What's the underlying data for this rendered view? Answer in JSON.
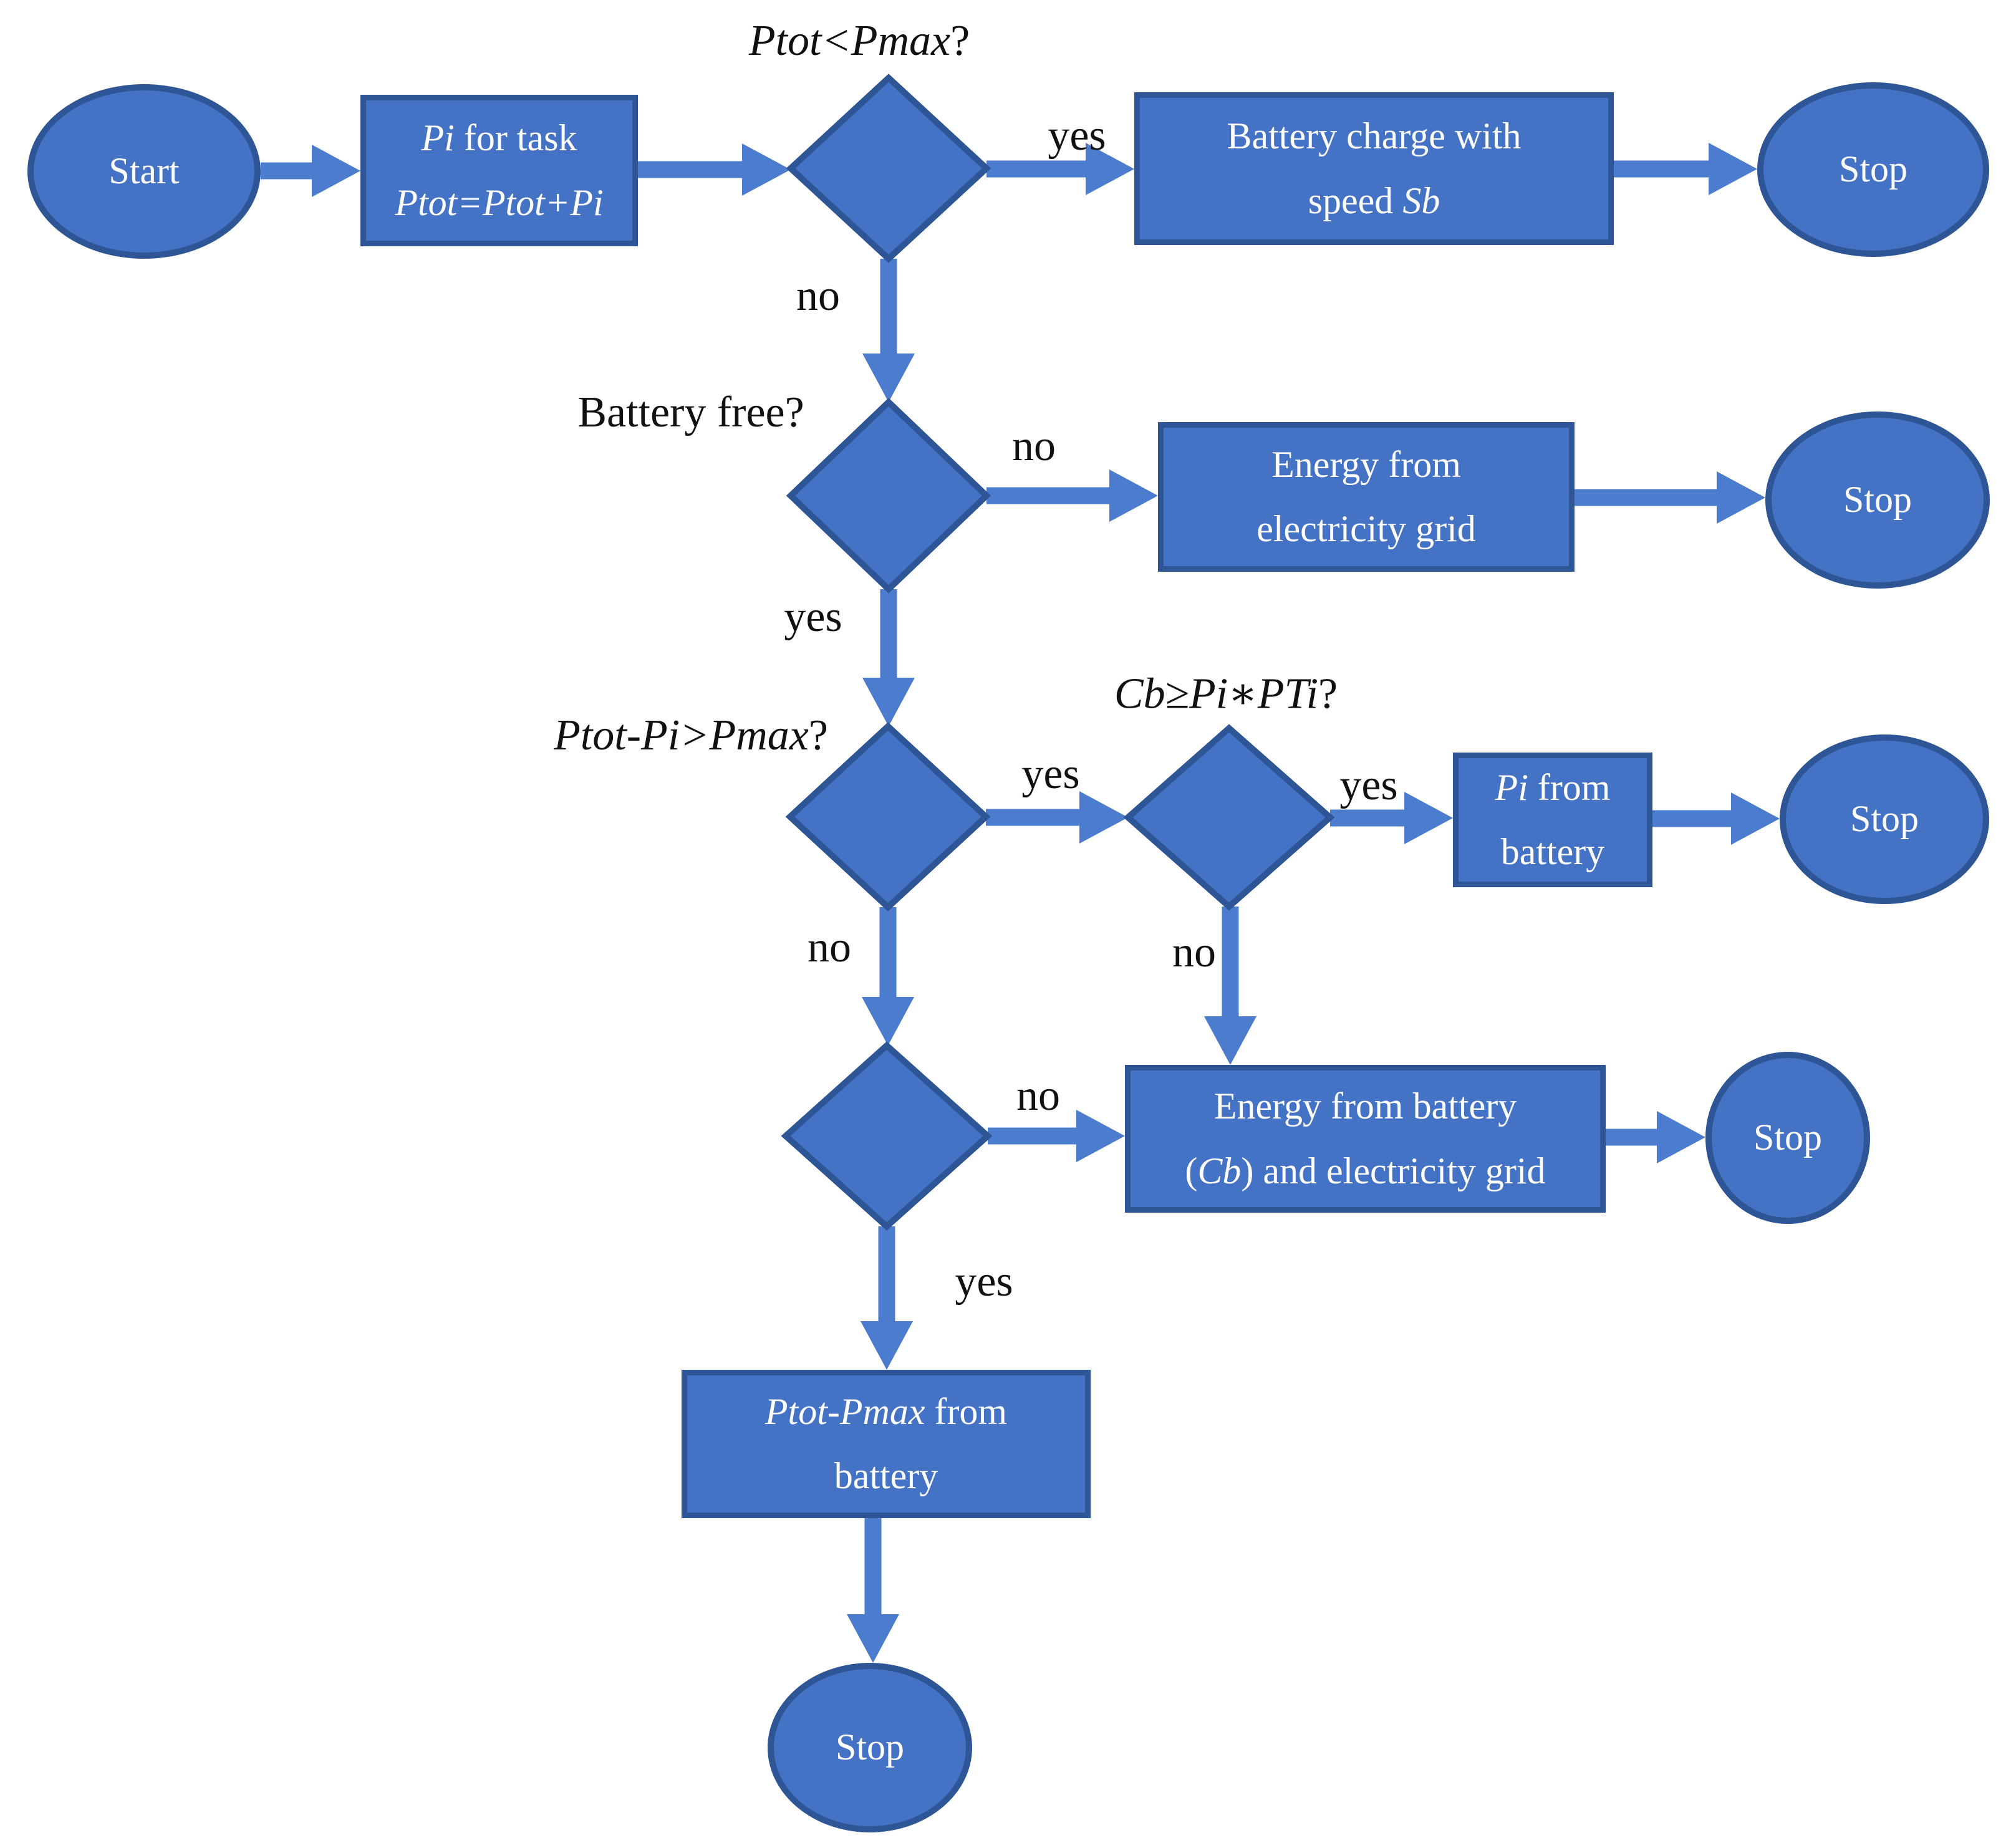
{
  "diagram": {
    "title": "Battery charging / task power flowchart",
    "colors": {
      "node_fill": "#4472C4",
      "node_border": "#2E5595",
      "arrow": "#4B7CCE",
      "node_text": "#FFFFFF",
      "label_text": "#111111",
      "background": "#FFFFFF"
    },
    "nodes": {
      "start": {
        "shape": "ellipse",
        "text": "Start"
      },
      "task": {
        "shape": "rect",
        "lines": [
          "~Pi~ for task",
          "~Ptot=Ptot+Pi~"
        ]
      },
      "d1": {
        "shape": "diamond",
        "question": "~Ptot<Pmax~?"
      },
      "charge": {
        "shape": "rect",
        "lines": [
          "Battery charge with",
          "speed ~Sb~"
        ]
      },
      "stop1": {
        "shape": "ellipse",
        "text": "Stop"
      },
      "d2": {
        "shape": "diamond",
        "question": "Battery free?"
      },
      "grid": {
        "shape": "rect",
        "lines": [
          "Energy from",
          "electricity grid"
        ]
      },
      "stop2": {
        "shape": "ellipse",
        "text": "Stop"
      },
      "d3": {
        "shape": "diamond",
        "question": "~Ptot-Pi>Pmax~?"
      },
      "d4": {
        "shape": "diamond",
        "question": "~Cb≥Pi∗PTi~?"
      },
      "pi_battery": {
        "shape": "rect",
        "lines": [
          "~Pi~ from",
          "battery"
        ]
      },
      "stop3": {
        "shape": "ellipse",
        "text": "Stop"
      },
      "battery_grid": {
        "shape": "rect",
        "lines": [
          "Energy from battery",
          "(~Cb~) and electricity grid"
        ]
      },
      "stop4": {
        "shape": "ellipse",
        "text": "Stop"
      },
      "ptot_pmax_battery": {
        "shape": "rect",
        "lines": [
          "~Ptot-Pmax~ from",
          "battery"
        ]
      },
      "stop5": {
        "shape": "ellipse",
        "text": "Stop"
      }
    },
    "edges": [
      {
        "from": "start",
        "to": "task",
        "label": ""
      },
      {
        "from": "task",
        "to": "d1",
        "label": ""
      },
      {
        "from": "d1",
        "to": "charge",
        "label": "yes"
      },
      {
        "from": "charge",
        "to": "stop1",
        "label": ""
      },
      {
        "from": "d1",
        "to": "d2",
        "label": "no"
      },
      {
        "from": "d2",
        "to": "grid",
        "label": "no"
      },
      {
        "from": "grid",
        "to": "stop2",
        "label": ""
      },
      {
        "from": "d2",
        "to": "d3",
        "label": "yes"
      },
      {
        "from": "d3",
        "to": "d4",
        "label": "yes"
      },
      {
        "from": "d4",
        "to": "pi_battery",
        "label": "yes"
      },
      {
        "from": "pi_battery",
        "to": "stop3",
        "label": ""
      },
      {
        "from": "d4",
        "to": "battery_grid",
        "label": "no"
      },
      {
        "from": "d3",
        "to": "d5",
        "label": "no"
      },
      {
        "from": "d5",
        "to": "battery_grid",
        "label": "no"
      },
      {
        "from": "battery_grid",
        "to": "stop4",
        "label": ""
      },
      {
        "from": "d5",
        "to": "ptot_pmax_battery",
        "label": "yes"
      },
      {
        "from": "ptot_pmax_battery",
        "to": "stop5",
        "label": ""
      }
    ]
  }
}
